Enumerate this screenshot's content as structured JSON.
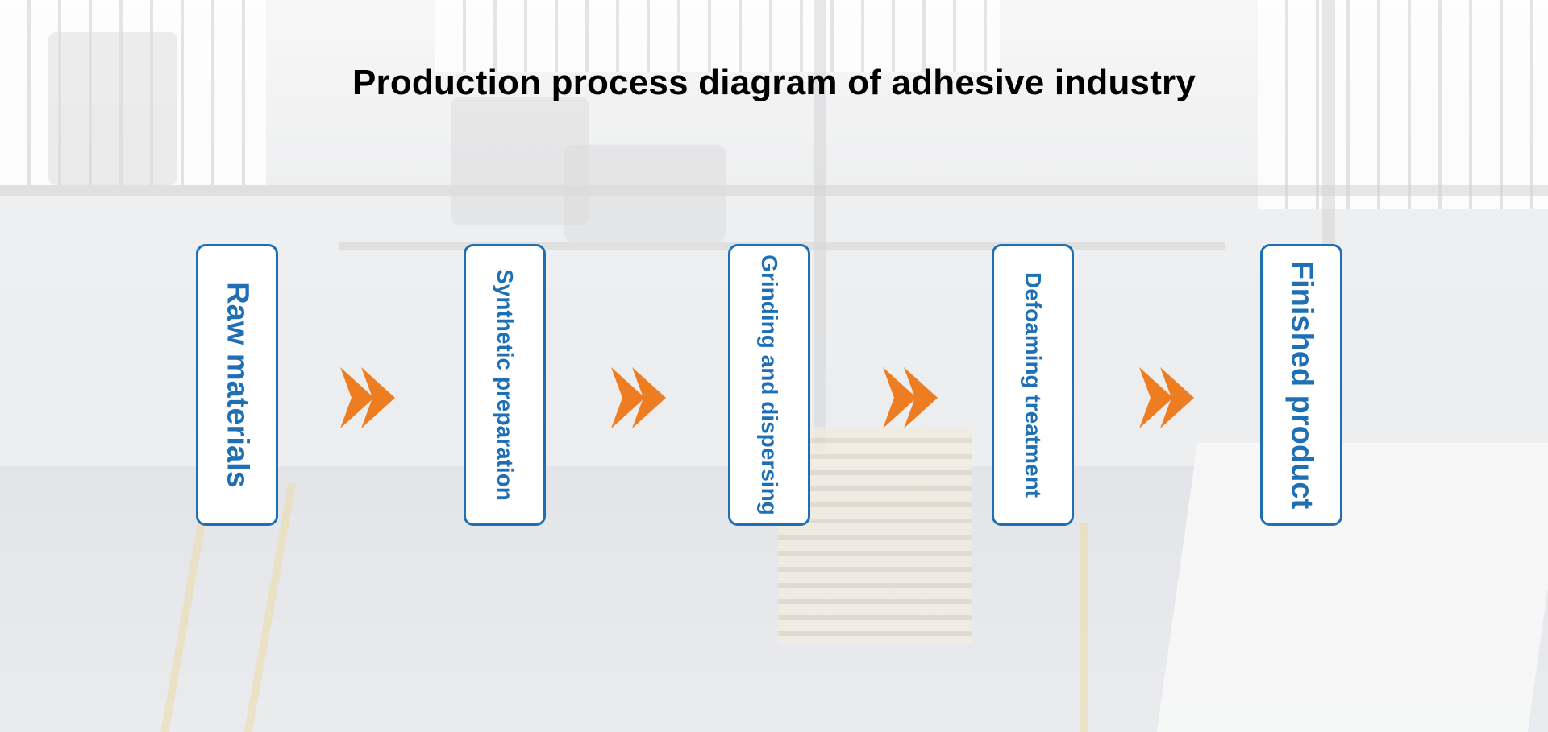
{
  "title": "Production process diagram of adhesive industry",
  "colors": {
    "box_border": "#1f6fb4",
    "box_text": "#1f6fb4",
    "arrow": "#ee7d22",
    "title": "#000000"
  },
  "steps": [
    {
      "label": "Raw materials"
    },
    {
      "label": "Synthetic preparation"
    },
    {
      "label": "Grinding and dispersing"
    },
    {
      "label": "Defoaming treatment"
    },
    {
      "label": "Finished product"
    }
  ],
  "arrow_icon": "double-chevron-right-icon"
}
